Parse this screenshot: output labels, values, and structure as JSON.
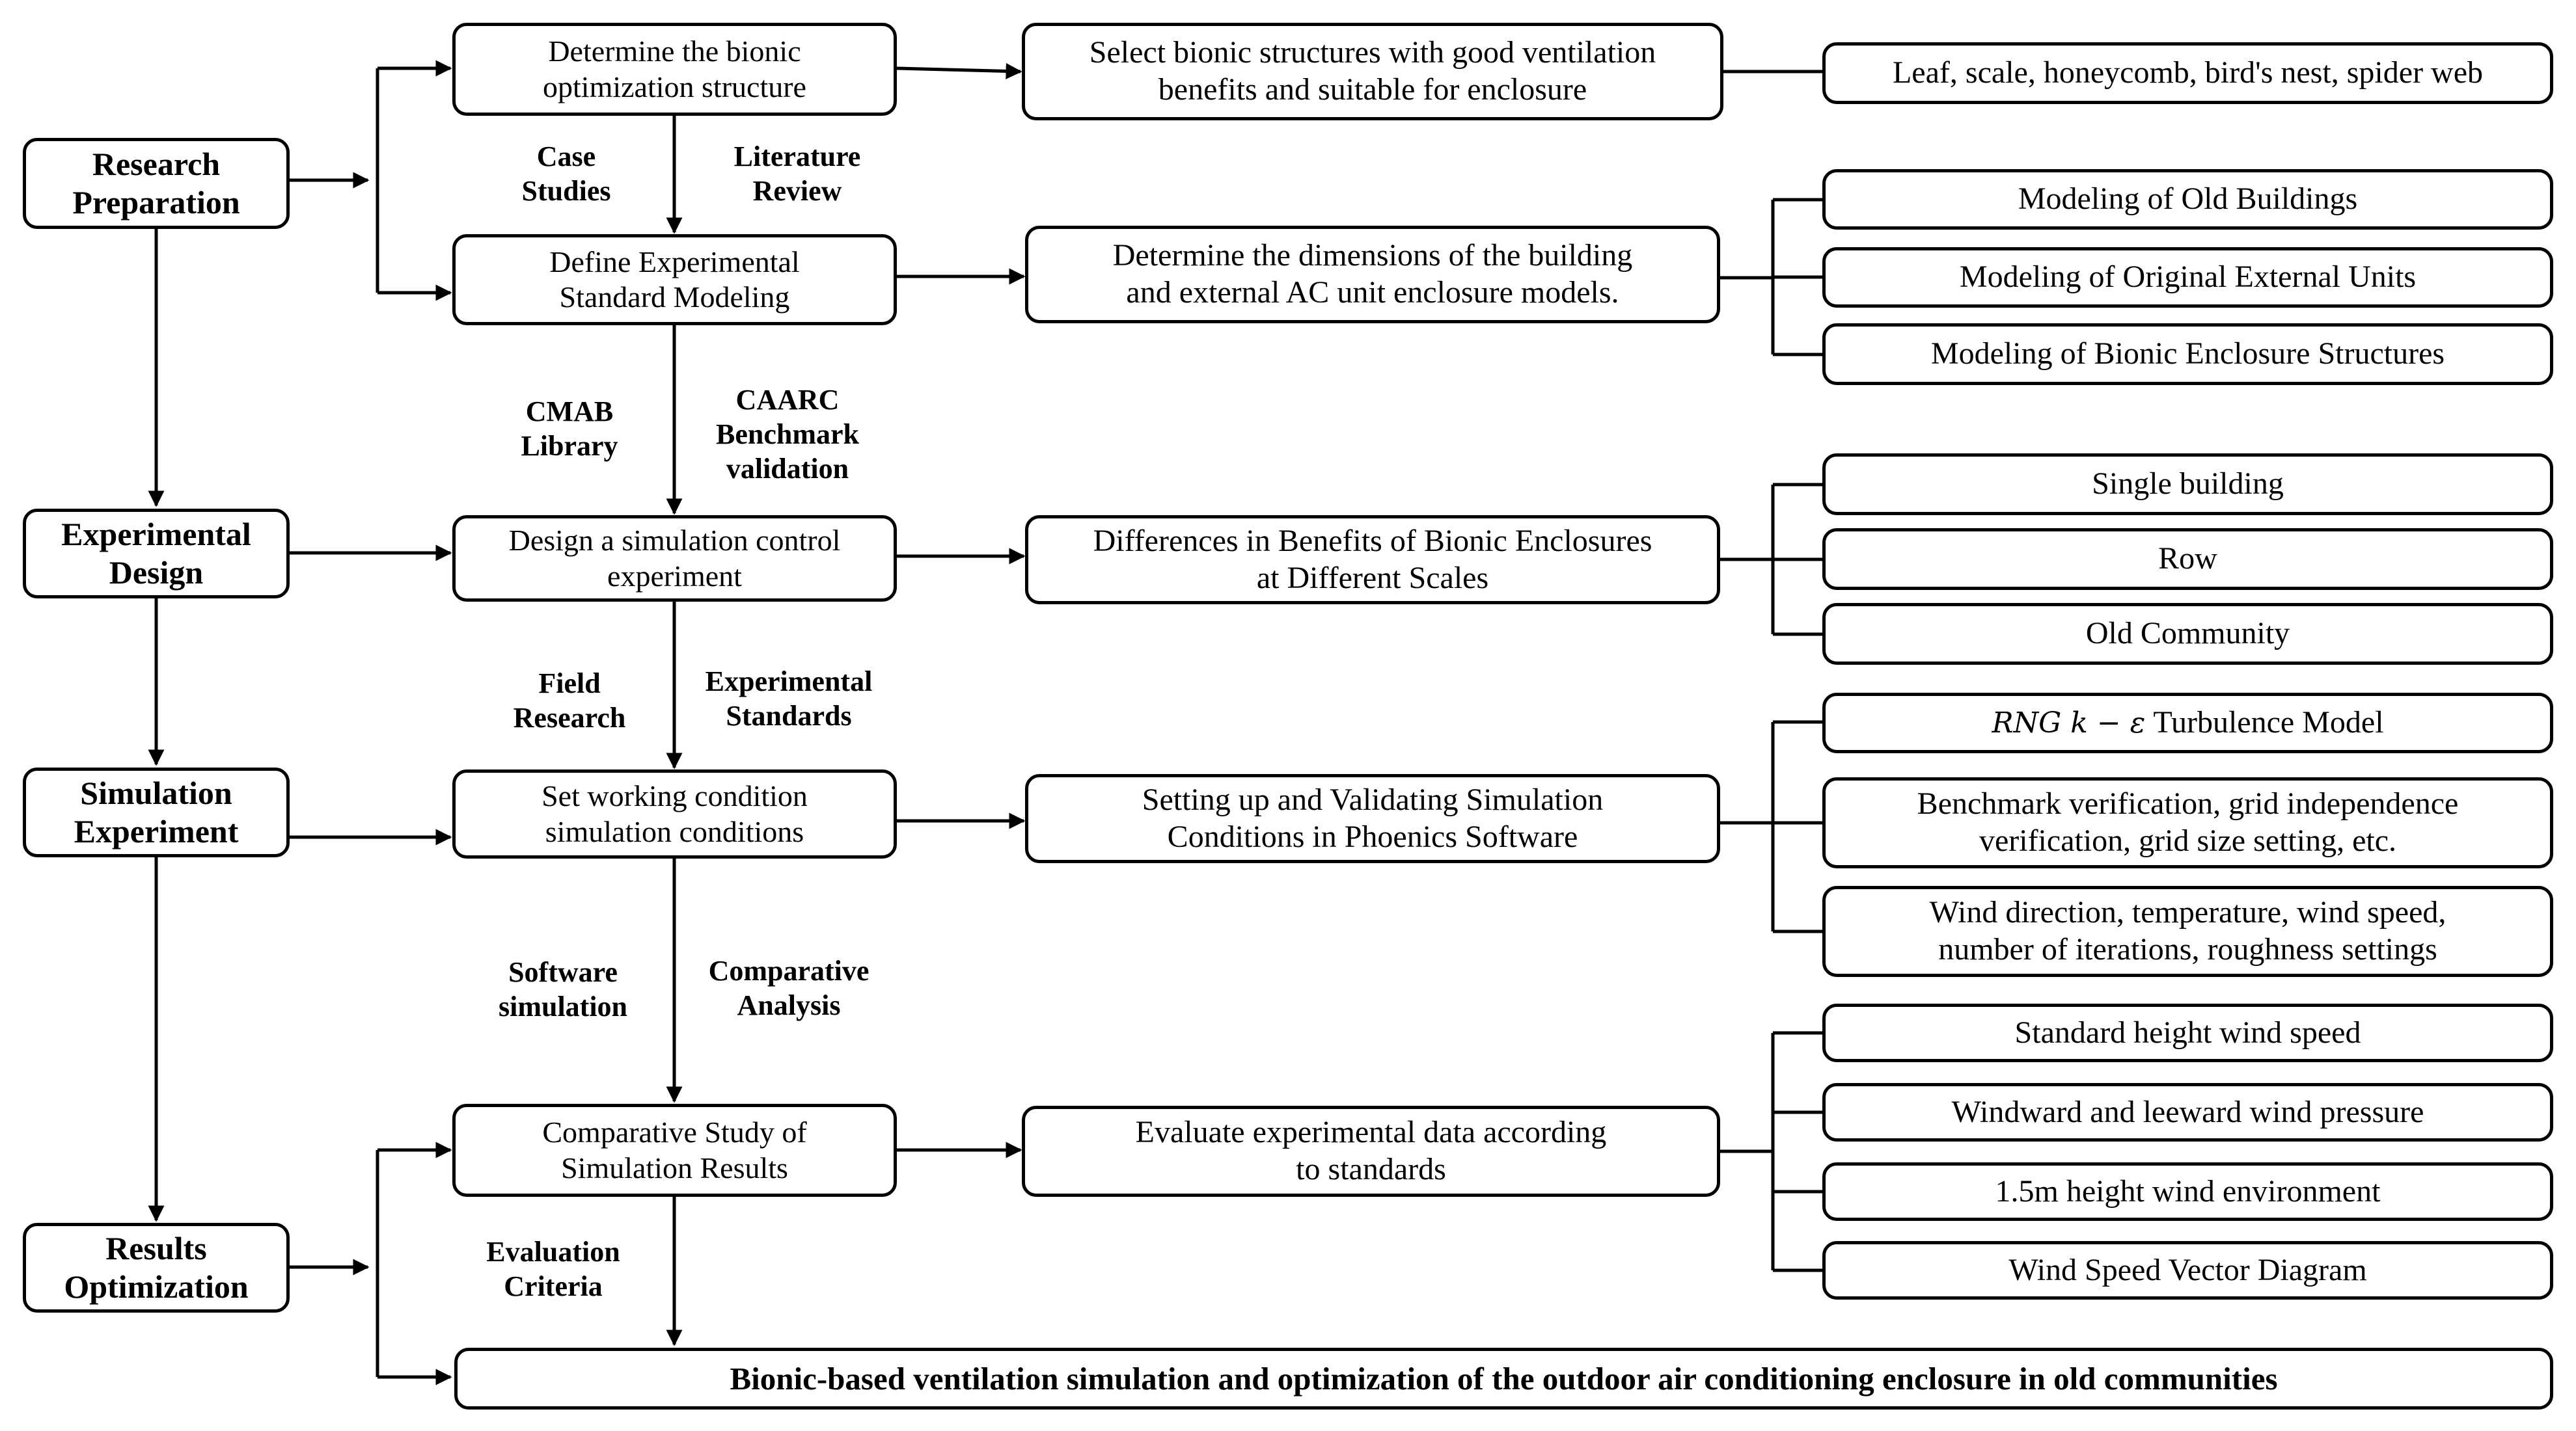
{
  "stages": {
    "research": [
      "Research",
      "Preparation"
    ],
    "experimental": [
      "Experimental",
      "Design"
    ],
    "simulation": [
      "Simulation",
      "Experiment"
    ],
    "results": [
      "Results",
      "Optimization"
    ]
  },
  "process": {
    "p1": [
      "Determine the bionic",
      "optimization structure"
    ],
    "p2": [
      "Define Experimental",
      "Standard Modeling"
    ],
    "p3": [
      "Design a simulation control",
      "experiment"
    ],
    "p4": [
      "Set working condition",
      "simulation conditions"
    ],
    "p5": [
      "Comparative Study of",
      "Simulation Results"
    ]
  },
  "middle": {
    "m1": [
      "Select bionic structures with good ventilation",
      "benefits and suitable for enclosure"
    ],
    "m2": [
      "Determine the dimensions of the building",
      "and external AC unit enclosure models."
    ],
    "m3": [
      "Differences in Benefits of Bionic Enclosures",
      "at Different Scales"
    ],
    "m4": [
      "Setting up and Validating Simulation",
      "Conditions in Phoenics Software"
    ],
    "m5": [
      "Evaluate experimental data according",
      "to standards"
    ]
  },
  "results": {
    "r1": "Leaf, scale, honeycomb, bird's nest, spider web",
    "group2": [
      "Modeling of Old Buildings",
      "Modeling of Original External Units",
      "Modeling of Bionic Enclosure Structures"
    ],
    "group3": [
      "Single building",
      "Row",
      "Old Community"
    ],
    "group4": {
      "rng_model": "RNG k − ε",
      "rng_suffix": " Turbulence Model",
      "benchmark": [
        "Benchmark verification, grid independence",
        "verification, grid size setting, etc."
      ],
      "wind": [
        "Wind direction, temperature, wind speed,",
        "number of iterations, roughness settings"
      ]
    },
    "group5": [
      "Standard height wind speed",
      "Windward and leeward wind pressure",
      "1.5m height wind environment",
      "Wind Speed Vector Diagram"
    ]
  },
  "labels": {
    "case_studies": [
      "Case",
      "Studies"
    ],
    "literature_review": [
      "Literature",
      "Review"
    ],
    "cmab_library": [
      "CMAB",
      "Library"
    ],
    "caarc": [
      "CAARC",
      "Benchmark",
      "validation"
    ],
    "field_research": [
      "Field",
      "Research"
    ],
    "experimental_standards": [
      "Experimental",
      "Standards"
    ],
    "software_simulation": [
      "Software",
      "simulation"
    ],
    "comparative_analysis": [
      "Comparative",
      "Analysis"
    ],
    "evaluation_criteria": [
      "Evaluation",
      "Criteria"
    ]
  },
  "final": "Bionic-based ventilation simulation and optimization of the outdoor air conditioning enclosure in old communities"
}
